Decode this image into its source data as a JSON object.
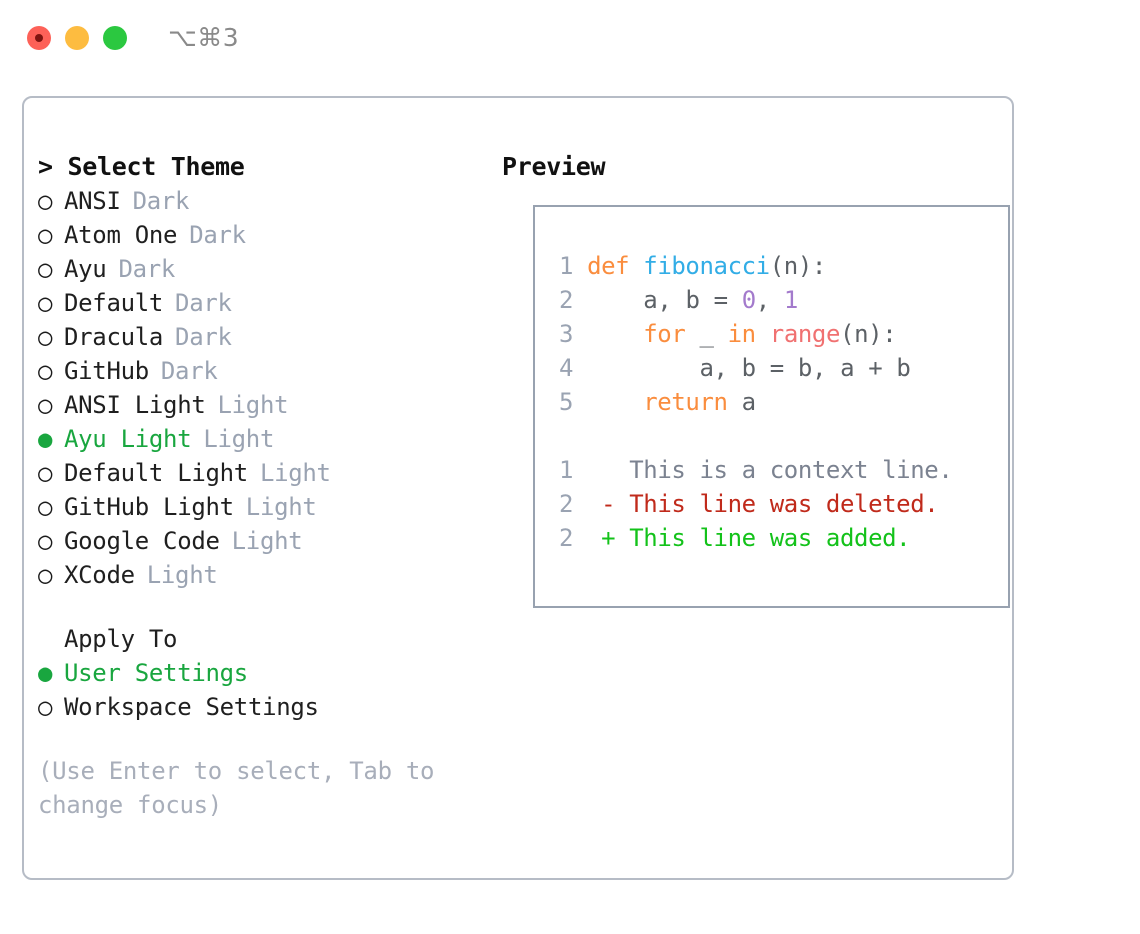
{
  "window": {
    "shortcut": "⌥⌘3",
    "traffic_lights": [
      "close-red",
      "minimize-yellow",
      "maximize-green"
    ]
  },
  "colors": {
    "accent_green": "#19a63f",
    "muted_gray": "#9aa3b2",
    "border": "#b6bcc6",
    "preview_border": "#98a2b0",
    "keyword_orange": "#fa8d3e",
    "function_blue": "#32ade6",
    "number_purple": "#a37acc",
    "builtin_red": "#f07171",
    "diff_deleted": "#c02a1b",
    "diff_added": "#13c21a"
  },
  "theme_list": {
    "header": "Select Theme",
    "caret": ">",
    "bullet_selected": "●",
    "bullet_unselected": "○",
    "items": [
      {
        "name": "ANSI",
        "badge": "Dark",
        "selected": false
      },
      {
        "name": "Atom One",
        "badge": "Dark",
        "selected": false
      },
      {
        "name": "Ayu",
        "badge": "Dark",
        "selected": false
      },
      {
        "name": "Default",
        "badge": "Dark",
        "selected": false
      },
      {
        "name": "Dracula",
        "badge": "Dark",
        "selected": false
      },
      {
        "name": "GitHub",
        "badge": "Dark",
        "selected": false
      },
      {
        "name": "ANSI Light",
        "badge": "Light",
        "selected": false
      },
      {
        "name": "Ayu Light",
        "badge": "Light",
        "selected": true
      },
      {
        "name": "Default Light",
        "badge": "Light",
        "selected": false
      },
      {
        "name": "GitHub Light",
        "badge": "Light",
        "selected": false
      },
      {
        "name": "Google Code",
        "badge": "Light",
        "selected": false
      },
      {
        "name": "XCode",
        "badge": "Light",
        "selected": false
      }
    ]
  },
  "apply_to": {
    "header": "Apply To",
    "items": [
      {
        "name": "User Settings",
        "selected": true
      },
      {
        "name": "Workspace Settings",
        "selected": false
      }
    ]
  },
  "hint": "(Use Enter to select, Tab to change focus)",
  "preview": {
    "header": "Preview",
    "code_lines": [
      {
        "num": "1",
        "text": "def fibonacci(n):"
      },
      {
        "num": "2",
        "text": "    a, b = 0, 1"
      },
      {
        "num": "3",
        "text": "    for _ in range(n):"
      },
      {
        "num": "4",
        "text": "        a, b = b, a + b"
      },
      {
        "num": "5",
        "text": "    return a"
      }
    ],
    "diff_lines": [
      {
        "num": "1",
        "marker": " ",
        "text": "This is a context line.",
        "kind": "context"
      },
      {
        "num": "2",
        "marker": "-",
        "text": "This line was deleted.",
        "kind": "deleted"
      },
      {
        "num": "2",
        "marker": "+",
        "text": "This line was added.",
        "kind": "added"
      }
    ]
  }
}
